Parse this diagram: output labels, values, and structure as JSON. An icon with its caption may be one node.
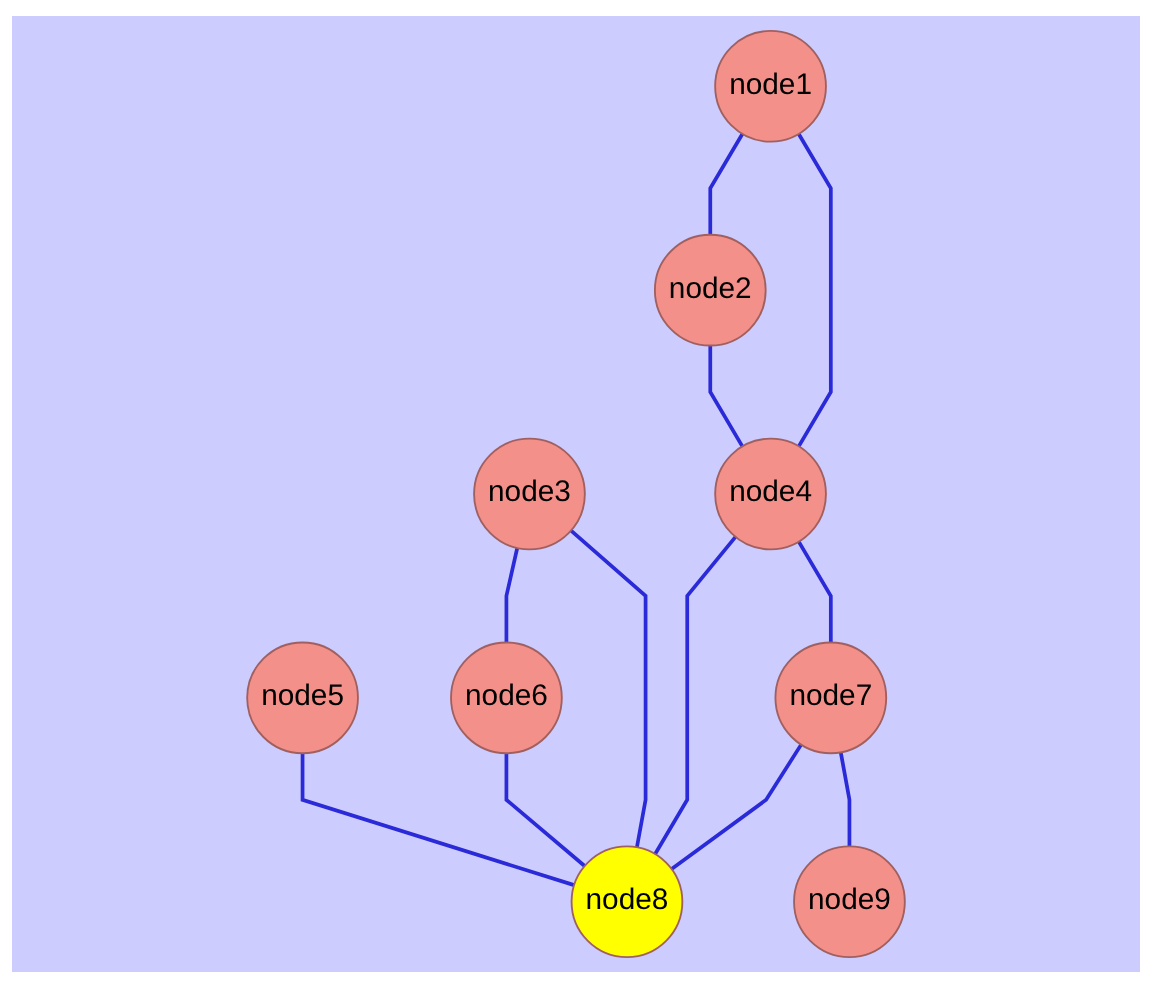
{
  "diagram": {
    "nodes": [
      {
        "text": [
          "node1"
        ]
      },
      {
        "text": [
          "node2"
        ]
      },
      {
        "text": [
          "node3"
        ]
      },
      {
        "text": [
          "node4"
        ]
      },
      {
        "text": [
          "node5"
        ]
      },
      {
        "text": [
          "node6"
        ]
      },
      {
        "text": [
          "node7"
        ]
      },
      {
        "text": [
          "node8"
        ]
      },
      {
        "text": [
          "node9"
        ]
      }
    ],
    "edges": [
      {
        "from": 0,
        "to": 1,
        "arrow": "none"
      },
      {
        "from": 0,
        "to": 3,
        "arrow": "none"
      },
      {
        "from": 1,
        "to": 3,
        "arrow": "none"
      },
      {
        "from": 2,
        "to": 5,
        "arrow": "none"
      },
      {
        "from": 3,
        "to": 7,
        "arrow": "none"
      },
      {
        "from": 3,
        "to": 6,
        "arrow": "none"
      },
      {
        "from": 4,
        "to": 7,
        "arrow": "none"
      },
      {
        "from": 2,
        "to": 7,
        "arrow": "none"
      },
      {
        "from": 5,
        "to": 7,
        "arrow": "none"
      },
      {
        "from": 6,
        "to": 7,
        "arrow": "none"
      },
      {
        "from": 6,
        "to": 8,
        "arrow": "none"
      }
    ]
  }
}
